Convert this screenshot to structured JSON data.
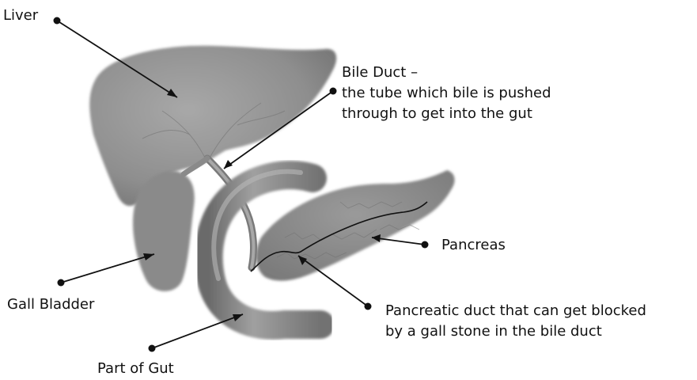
{
  "labels": {
    "liver": "Liver",
    "bile_duct_title": "Bile Duct –",
    "bile_duct_desc_1": "the tube which bile is pushed",
    "bile_duct_desc_2": "through to get into the gut",
    "pancreas": "Pancreas",
    "gall_bladder": "Gall Bladder",
    "pancreatic_duct_1": "Pancreatic duct that can get blocked",
    "pancreatic_duct_2": "by a gall stone in the bile duct",
    "part_of_gut": "Part of Gut"
  },
  "colors": {
    "organ_fill": "#8c8c8c",
    "organ_shadow": "#6e6e6e",
    "organ_highlight": "#b9b9b9",
    "leader_line": "#111111"
  }
}
